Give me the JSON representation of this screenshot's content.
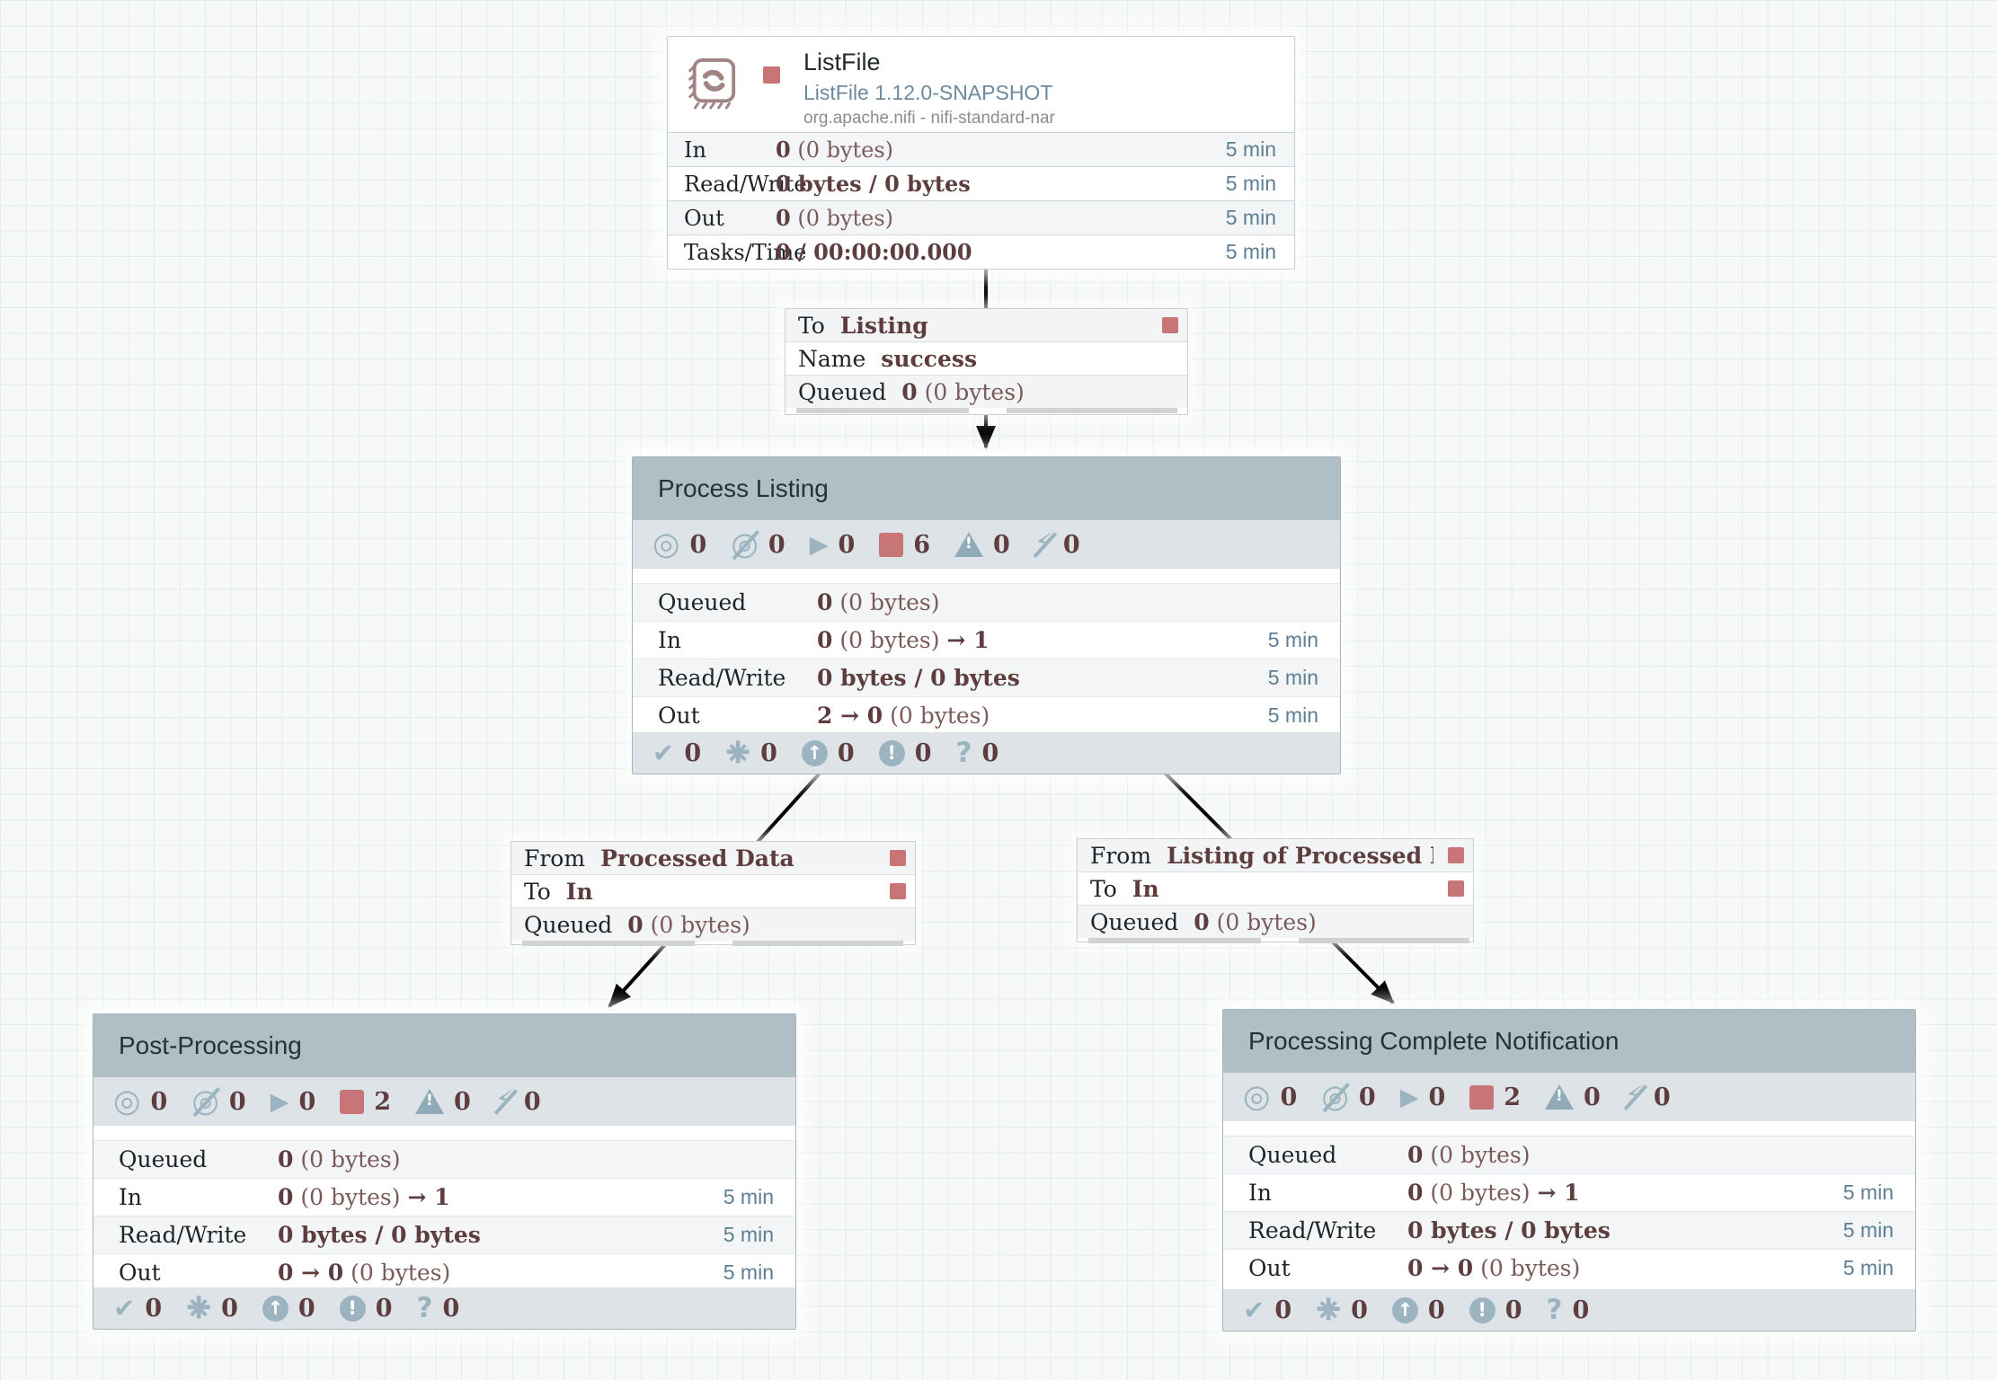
{
  "processor": {
    "name": "ListFile",
    "type": "ListFile 1.12.0-SNAPSHOT",
    "bundle": "org.apache.nifi - nifi-standard-nar",
    "rows": [
      {
        "label": "In",
        "segments": [
          {
            "t": "0",
            "b": 1
          },
          {
            "t": " (0 bytes)",
            "b": 0
          }
        ],
        "window": "5 min"
      },
      {
        "label": "Read/Write",
        "segments": [
          {
            "t": "0 bytes / 0 bytes",
            "b": 1
          }
        ],
        "window": "5 min"
      },
      {
        "label": "Out",
        "segments": [
          {
            "t": "0",
            "b": 1
          },
          {
            "t": " (0 bytes)",
            "b": 0
          }
        ],
        "window": "5 min"
      },
      {
        "label": "Tasks/Time",
        "segments": [
          {
            "t": "0 / 00:00:00.000",
            "b": 1
          }
        ],
        "window": "5 min"
      }
    ]
  },
  "connections": [
    {
      "rows": [
        {
          "key": "To",
          "segments": [
            {
              "t": "Listing",
              "b": 1
            }
          ]
        },
        {
          "key": "Name",
          "segments": [
            {
              "t": "success",
              "b": 1
            }
          ]
        },
        {
          "key": "Queued",
          "segments": [
            {
              "t": "0",
              "b": 1
            },
            {
              "t": " (0 bytes)",
              "b": 0
            }
          ]
        }
      ]
    },
    {
      "rows": [
        {
          "key": "From",
          "segments": [
            {
              "t": "Processed Data",
              "b": 1
            }
          ]
        },
        {
          "key": "To",
          "segments": [
            {
              "t": "In",
              "b": 1
            }
          ]
        },
        {
          "key": "Queued",
          "segments": [
            {
              "t": "0",
              "b": 1
            },
            {
              "t": " (0 bytes)",
              "b": 0
            }
          ]
        }
      ]
    },
    {
      "rows": [
        {
          "key": "From",
          "segments": [
            {
              "t": "Listing of Processed D...",
              "b": 1
            }
          ]
        },
        {
          "key": "To",
          "segments": [
            {
              "t": "In",
              "b": 1
            }
          ]
        },
        {
          "key": "Queued",
          "segments": [
            {
              "t": "0",
              "b": 1
            },
            {
              "t": " (0 bytes)",
              "b": 0
            }
          ]
        }
      ]
    }
  ],
  "groups": [
    {
      "title": "Process Listing",
      "badges": [
        {
          "name": "transmitting",
          "count": "0"
        },
        {
          "name": "not-transmitting",
          "count": "0"
        },
        {
          "name": "running",
          "count": "0"
        },
        {
          "name": "stopped",
          "count": "6"
        },
        {
          "name": "invalid",
          "count": "0"
        },
        {
          "name": "disabled",
          "count": "0"
        }
      ],
      "rows": [
        {
          "label": "Queued",
          "segments": [
            {
              "t": "0",
              "b": 1
            },
            {
              "t": " (0 bytes)",
              "b": 0
            }
          ],
          "window": ""
        },
        {
          "label": "In",
          "segments": [
            {
              "t": "0",
              "b": 1
            },
            {
              "t": " (0 bytes) ",
              "b": 0
            },
            {
              "t": "→ 1",
              "b": 1
            }
          ],
          "window": "5 min"
        },
        {
          "label": "Read/Write",
          "segments": [
            {
              "t": "0 bytes / 0 bytes",
              "b": 1
            }
          ],
          "window": "5 min"
        },
        {
          "label": "Out",
          "segments": [
            {
              "t": "2 → 0",
              "b": 1
            },
            {
              "t": " (0 bytes)",
              "b": 0
            }
          ],
          "window": "5 min"
        }
      ],
      "footer": [
        {
          "name": "up-to-date",
          "count": "0"
        },
        {
          "name": "locally-modified",
          "count": "0"
        },
        {
          "name": "stale",
          "count": "0"
        },
        {
          "name": "locally-modified-and-stale",
          "count": "0"
        },
        {
          "name": "sync-failure",
          "count": "0"
        }
      ]
    },
    {
      "title": "Post-Processing",
      "badges": [
        {
          "name": "transmitting",
          "count": "0"
        },
        {
          "name": "not-transmitting",
          "count": "0"
        },
        {
          "name": "running",
          "count": "0"
        },
        {
          "name": "stopped",
          "count": "2"
        },
        {
          "name": "invalid",
          "count": "0"
        },
        {
          "name": "disabled",
          "count": "0"
        }
      ],
      "rows": [
        {
          "label": "Queued",
          "segments": [
            {
              "t": "0",
              "b": 1
            },
            {
              "t": " (0 bytes)",
              "b": 0
            }
          ],
          "window": ""
        },
        {
          "label": "In",
          "segments": [
            {
              "t": "0",
              "b": 1
            },
            {
              "t": " (0 bytes) ",
              "b": 0
            },
            {
              "t": "→ 1",
              "b": 1
            }
          ],
          "window": "5 min"
        },
        {
          "label": "Read/Write",
          "segments": [
            {
              "t": "0 bytes / 0 bytes",
              "b": 1
            }
          ],
          "window": "5 min"
        },
        {
          "label": "Out",
          "segments": [
            {
              "t": "0 → 0",
              "b": 1
            },
            {
              "t": " (0 bytes)",
              "b": 0
            }
          ],
          "window": "5 min"
        }
      ],
      "footer": [
        {
          "name": "up-to-date",
          "count": "0"
        },
        {
          "name": "locally-modified",
          "count": "0"
        },
        {
          "name": "stale",
          "count": "0"
        },
        {
          "name": "locally-modified-and-stale",
          "count": "0"
        },
        {
          "name": "sync-failure",
          "count": "0"
        }
      ]
    },
    {
      "title": "Processing Complete Notification",
      "badges": [
        {
          "name": "transmitting",
          "count": "0"
        },
        {
          "name": "not-transmitting",
          "count": "0"
        },
        {
          "name": "running",
          "count": "0"
        },
        {
          "name": "stopped",
          "count": "2"
        },
        {
          "name": "invalid",
          "count": "0"
        },
        {
          "name": "disabled",
          "count": "0"
        }
      ],
      "rows": [
        {
          "label": "Queued",
          "segments": [
            {
              "t": "0",
              "b": 1
            },
            {
              "t": " (0 bytes)",
              "b": 0
            }
          ],
          "window": ""
        },
        {
          "label": "In",
          "segments": [
            {
              "t": "0",
              "b": 1
            },
            {
              "t": " (0 bytes) ",
              "b": 0
            },
            {
              "t": "→ 1",
              "b": 1
            }
          ],
          "window": "5 min"
        },
        {
          "label": "Read/Write",
          "segments": [
            {
              "t": "0 bytes / 0 bytes",
              "b": 1
            }
          ],
          "window": "5 min"
        },
        {
          "label": "Out",
          "segments": [
            {
              "t": "0 → 0",
              "b": 1
            },
            {
              "t": " (0 bytes)",
              "b": 0
            }
          ],
          "window": "5 min"
        }
      ],
      "footer": [
        {
          "name": "up-to-date",
          "count": "0"
        },
        {
          "name": "locally-modified",
          "count": "0"
        },
        {
          "name": "stale",
          "count": "0"
        },
        {
          "name": "locally-modified-and-stale",
          "count": "0"
        },
        {
          "name": "sync-failure",
          "count": "0"
        }
      ]
    }
  ]
}
